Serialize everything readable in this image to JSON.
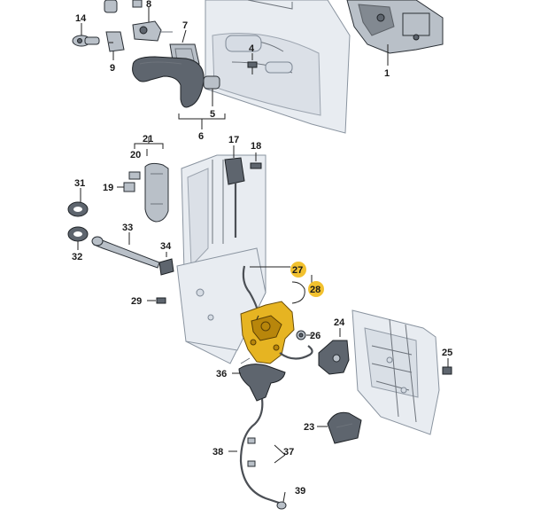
{
  "diagram": {
    "callouts": [
      {
        "id": "c1",
        "text": "1",
        "highlighted": false
      },
      {
        "id": "c4",
        "text": "4",
        "highlighted": false
      },
      {
        "id": "c5",
        "text": "5",
        "highlighted": false
      },
      {
        "id": "c6",
        "text": "6",
        "highlighted": false
      },
      {
        "id": "c7",
        "text": "7",
        "highlighted": false
      },
      {
        "id": "c8",
        "text": "8",
        "highlighted": false
      },
      {
        "id": "c9",
        "text": "9",
        "highlighted": false
      },
      {
        "id": "c14",
        "text": "14",
        "highlighted": false
      },
      {
        "id": "c17",
        "text": "17",
        "highlighted": false
      },
      {
        "id": "c18",
        "text": "18",
        "highlighted": false
      },
      {
        "id": "c19",
        "text": "19",
        "highlighted": false
      },
      {
        "id": "c20",
        "text": "20",
        "highlighted": false
      },
      {
        "id": "c21",
        "text": "21",
        "highlighted": false
      },
      {
        "id": "c23",
        "text": "23",
        "highlighted": false
      },
      {
        "id": "c24",
        "text": "24",
        "highlighted": false
      },
      {
        "id": "c25",
        "text": "25",
        "highlighted": false
      },
      {
        "id": "c26",
        "text": "26",
        "highlighted": false
      },
      {
        "id": "c27",
        "text": "27",
        "highlighted": true
      },
      {
        "id": "c28",
        "text": "28",
        "highlighted": true
      },
      {
        "id": "c29",
        "text": "29",
        "highlighted": false
      },
      {
        "id": "c31",
        "text": "31",
        "highlighted": false
      },
      {
        "id": "c32",
        "text": "32",
        "highlighted": false
      },
      {
        "id": "c33",
        "text": "33",
        "highlighted": false
      },
      {
        "id": "c34",
        "text": "34",
        "highlighted": false
      },
      {
        "id": "c36",
        "text": "36",
        "highlighted": false
      },
      {
        "id": "c37",
        "text": "37",
        "highlighted": false
      },
      {
        "id": "c38",
        "text": "38",
        "highlighted": false
      },
      {
        "id": "c39",
        "text": "39",
        "highlighted": false
      }
    ],
    "colors": {
      "highlight": "#f2c12e",
      "lock_body": "#e6b422",
      "panel": "#e8ecf1",
      "part": "#b9c0c8"
    }
  }
}
